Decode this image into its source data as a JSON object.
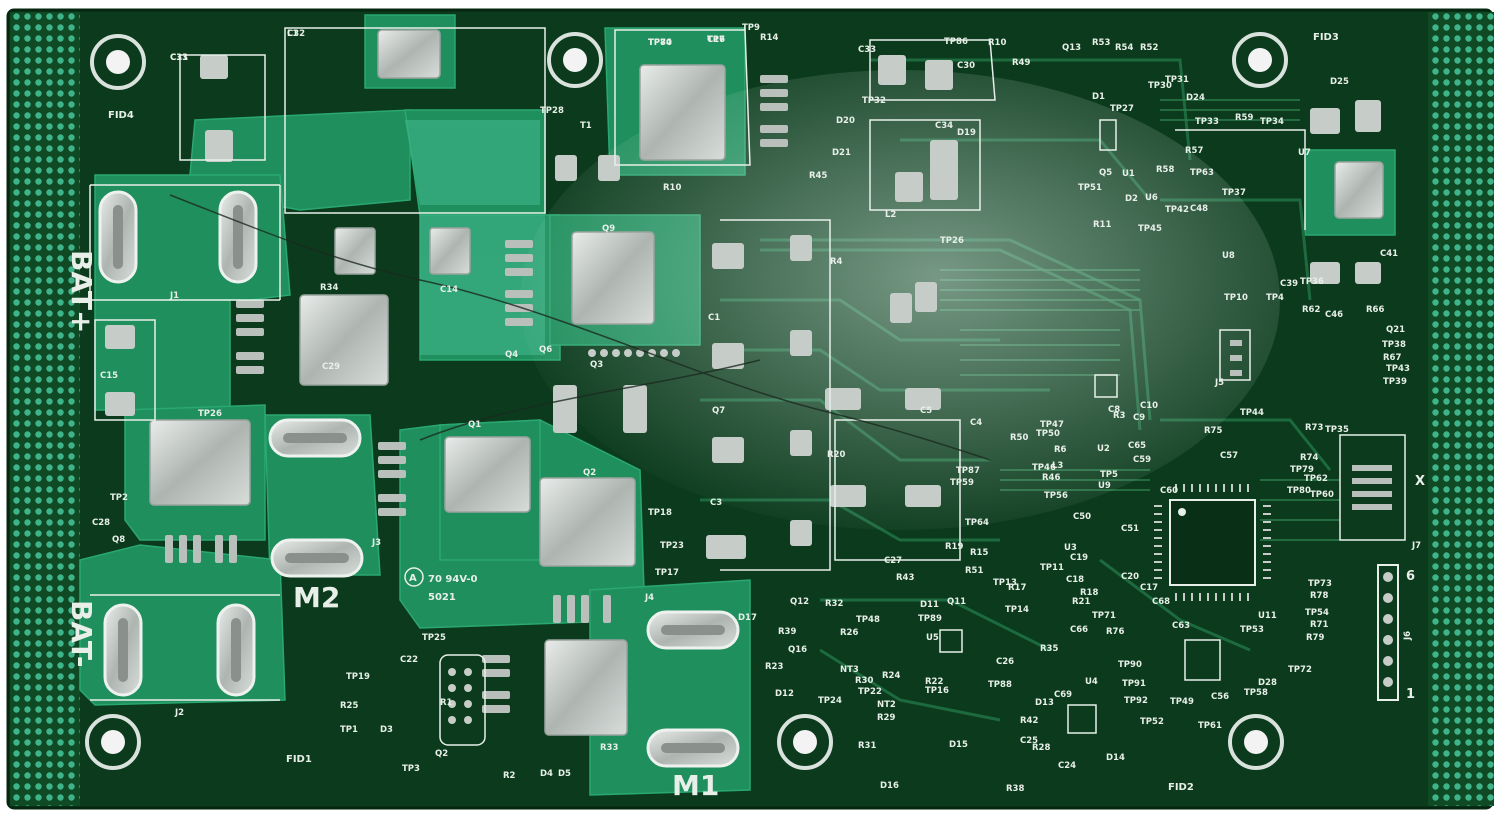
{
  "board": {
    "colors": {
      "substrate": "#0b3a1c",
      "copper_pour": "#1f8f5d",
      "copper_pour_light": "#3fb389",
      "pad": "#c9cfcb",
      "silkscreen": "#e8efe9",
      "edge_rail": "#0f4a25"
    },
    "power_labels": {
      "bat_plus": "BAT+",
      "bat_minus": "BAT-",
      "m1": "M1",
      "m2": "M2"
    },
    "fiducials": [
      "FID1",
      "FID2",
      "FID3",
      "FID4"
    ],
    "connectors": [
      "J1",
      "J2",
      "J3",
      "J4",
      "J5",
      "J6",
      "J7"
    ],
    "mark": "70 94V-0",
    "code": "5021",
    "pin_labels": [
      "6",
      "1",
      "X"
    ],
    "designators": [
      "C13",
      "L1",
      "TP84",
      "C16",
      "R14",
      "TP9",
      "C33",
      "TP86",
      "R10",
      "Q13",
      "R53",
      "R54",
      "R52",
      "TP31",
      "TP32",
      "C30",
      "R49",
      "D20",
      "C34",
      "D19",
      "D21",
      "R58",
      "D24",
      "L2",
      "TP28",
      "T1",
      "TP33",
      "R59",
      "TP34",
      "R57",
      "TP63",
      "U7",
      "TP37",
      "TP42",
      "C48",
      "TP45",
      "U8",
      "TP36",
      "R66",
      "R62",
      "C46",
      "Q21",
      "TP38",
      "R67",
      "TP43",
      "TP39",
      "TP4",
      "TP44",
      "TP10",
      "D25",
      "C41",
      "C39",
      "TP35",
      "R74",
      "TP79",
      "TP62",
      "TP60",
      "TP80",
      "R73",
      "R75",
      "C57",
      "C65",
      "C59",
      "C60",
      "U9",
      "C50",
      "C51",
      "C20",
      "C17",
      "C68",
      "TP53",
      "C63",
      "C56",
      "U11",
      "TP54",
      "TP73",
      "R78",
      "R79",
      "R71",
      "TP72",
      "D28",
      "TP58",
      "TP61",
      "TP90",
      "TP91",
      "TP92",
      "TP52",
      "TP49",
      "C69",
      "U4",
      "C24",
      "D14",
      "R28",
      "C25",
      "D13",
      "TP88",
      "R42",
      "D15",
      "R38",
      "D16",
      "R31",
      "R29",
      "NT2",
      "TP22",
      "R24",
      "TP16",
      "R22",
      "D11",
      "Q11",
      "TP89",
      "C26",
      "U5",
      "R35",
      "C27",
      "TP48",
      "R43",
      "Q12",
      "R39",
      "Q16",
      "R23",
      "R26",
      "NT3",
      "TP24",
      "D12",
      "R30",
      "D17",
      "R32",
      "TP23",
      "TP18",
      "TP17",
      "TP19",
      "C22",
      "R25",
      "TP1",
      "D3",
      "Q2",
      "TP3",
      "R1",
      "R2",
      "D4",
      "D5",
      "R33",
      "TP25",
      "C28",
      "Q8",
      "TP2",
      "TP26",
      "R34",
      "C29",
      "Q9",
      "Q1",
      "Q2",
      "Q3",
      "Q4",
      "Q6",
      "Q7",
      "R20",
      "R4",
      "C1",
      "C3",
      "C4",
      "C5",
      "C8",
      "C9",
      "C10",
      "R3",
      "TP5",
      "U2",
      "R6",
      "L3",
      "TP47",
      "TP50",
      "R50",
      "R46",
      "TP56",
      "TP46",
      "TP87",
      "TP59",
      "TP64",
      "R19",
      "R51",
      "R15",
      "R17",
      "TP13",
      "TP14",
      "TP11",
      "U3",
      "C19",
      "C18",
      "R18",
      "R21",
      "TP71",
      "R76",
      "C66",
      "C14",
      "C15",
      "R10",
      "Q5",
      "TP51",
      "R11",
      "D1",
      "D2",
      "U1",
      "U6",
      "TP27",
      "TP30",
      "TP26",
      "R45",
      "C31",
      "C32",
      "TP70",
      "TP7"
    ]
  }
}
